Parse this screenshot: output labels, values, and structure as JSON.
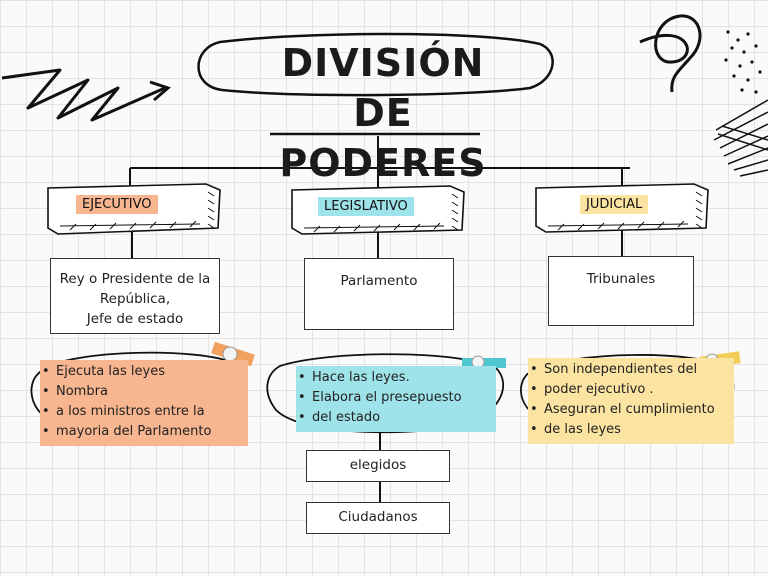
{
  "title": {
    "line1": "DIVISIÓN DE",
    "line2": "PODERES"
  },
  "branches": [
    {
      "label": "EJECUTIVO",
      "body": [
        "Rey o Presidente de la",
        "República,",
        "Jefe de estado"
      ],
      "notes": [
        "Ejecuta las leyes",
        "Nombra",
        "a los ministros entre la",
        "mayoria del Parlamento"
      ],
      "color": "#f7b68f"
    },
    {
      "label": "LEGISLATIVO",
      "body": [
        "Parlamento"
      ],
      "notes": [
        "Hace las leyes.",
        "Elabora el presepuesto",
        "del estado"
      ],
      "color": "#9fe3ea"
    },
    {
      "label": "JUDICIAL",
      "body": [
        "Tribunales"
      ],
      "notes": [
        "Son independientes del",
        "poder ejecutivo .",
        "Aseguran el cumplimiento",
        "de las leyes"
      ],
      "color": "#fbe3a1"
    }
  ],
  "chain": [
    "elegidos",
    "Ciudadanos"
  ]
}
